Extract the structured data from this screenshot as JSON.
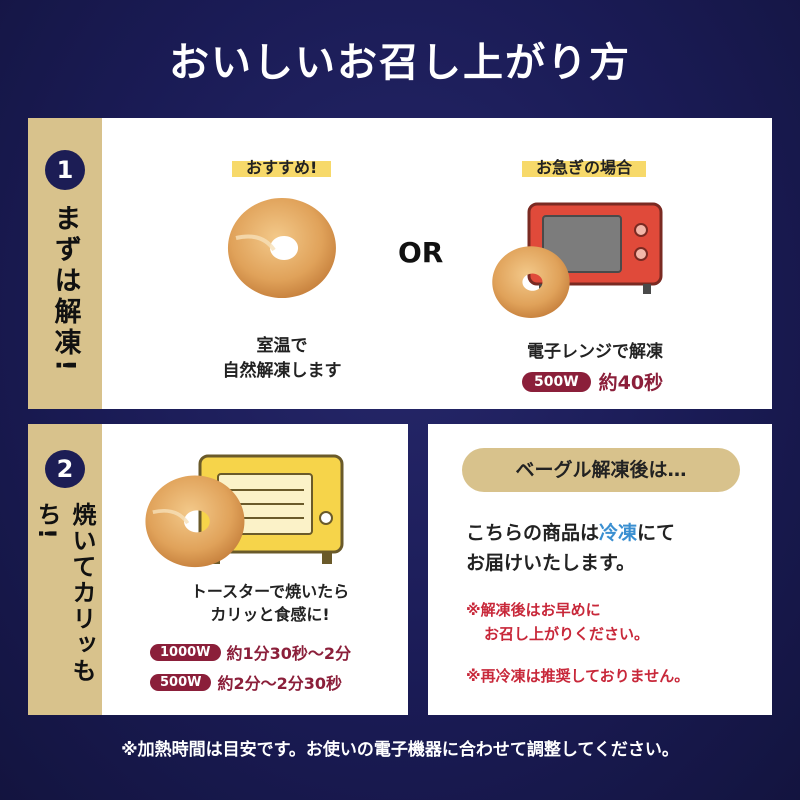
{
  "title": "おいしいお召し上がり方",
  "colors": {
    "navy": "#1c1d55",
    "gold": "#d8c28c",
    "maroon": "#8b1f3a",
    "blue": "#3a8fd1",
    "red": "#c8283a"
  },
  "step1": {
    "number": "1",
    "label": "まずは解凍!",
    "recommended": {
      "tag": "おすすめ!",
      "icon": "bagel-icon",
      "text_line1": "室温で",
      "text_line2": "自然解凍します"
    },
    "or_label": "OR",
    "hurry": {
      "tag": "お急ぎの場合",
      "icon": "microwave-icon",
      "text": "電子レンジで解凍",
      "watt": "500W",
      "time": "約40秒"
    }
  },
  "step2": {
    "number": "2",
    "label": "焼いてカリッもち!",
    "icon": "toaster-icon",
    "text_line1": "トースターで焼いたら",
    "text_line2": "カリッと食感に!",
    "times": [
      {
        "watt": "1000W",
        "time": "約1分30秒〜2分"
      },
      {
        "watt": "500W",
        "time": "約2分〜2分30秒"
      }
    ]
  },
  "note": {
    "heading": "ベーグル解凍後は…",
    "body_pre": "こちらの商品は",
    "body_highlight": "冷凍",
    "body_post": "にて",
    "body_line2": "お届けいたします。",
    "warning1_line1": "※解凍後はお早めに",
    "warning1_line2": "お召し上がりください。",
    "warning2": "※再冷凍は推奨しておりません。"
  },
  "footer": "※加熱時間は目安です。お使いの電子機器に合わせて調整してください。"
}
